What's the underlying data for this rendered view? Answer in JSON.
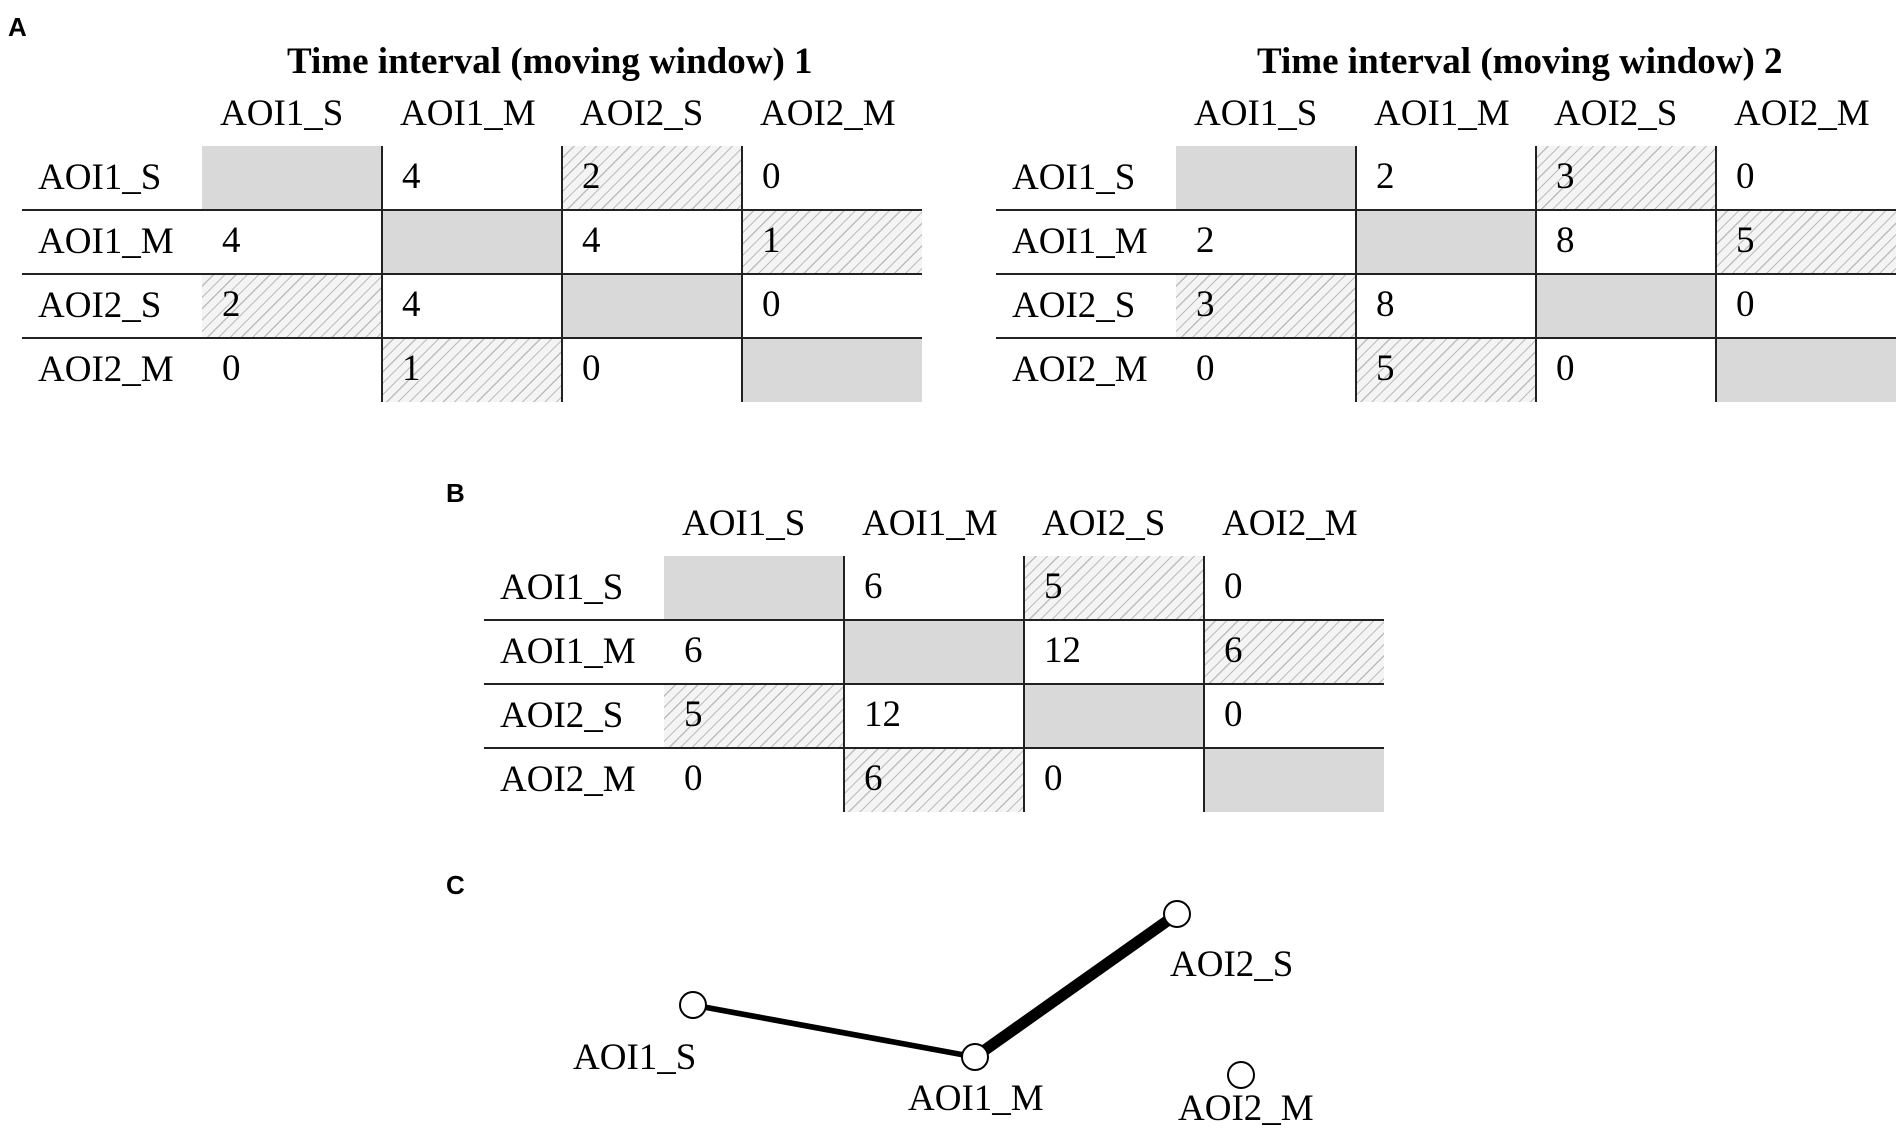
{
  "panels": {
    "a": "A",
    "b": "B",
    "c": "C"
  },
  "matrices": {
    "window1": {
      "title": "Time interval (moving window) 1",
      "columns": [
        "AOI1_S",
        "AOI1_M",
        "AOI2_S",
        "AOI2_M"
      ],
      "rows": [
        "AOI1_S",
        "AOI1_M",
        "AOI2_S",
        "AOI2_M"
      ],
      "cells": [
        [
          "",
          "4",
          "2",
          "0"
        ],
        [
          "4",
          "",
          "4",
          "1"
        ],
        [
          "2",
          "4",
          "",
          "0"
        ],
        [
          "0",
          "1",
          "0",
          ""
        ]
      ]
    },
    "window2": {
      "title": "Time interval (moving window) 2",
      "columns": [
        "AOI1_S",
        "AOI1_M",
        "AOI2_S",
        "AOI2_M"
      ],
      "rows": [
        "AOI1_S",
        "AOI1_M",
        "AOI2_S",
        "AOI2_M"
      ],
      "cells": [
        [
          "",
          "2",
          "3",
          "0"
        ],
        [
          "2",
          "",
          "8",
          "5"
        ],
        [
          "3",
          "8",
          "",
          "0"
        ],
        [
          "0",
          "5",
          "0",
          ""
        ]
      ]
    },
    "summed": {
      "columns": [
        "AOI1_S",
        "AOI1_M",
        "AOI2_S",
        "AOI2_M"
      ],
      "rows": [
        "AOI1_S",
        "AOI1_M",
        "AOI2_S",
        "AOI2_M"
      ],
      "cells": [
        [
          "",
          "6",
          "5",
          "0"
        ],
        [
          "6",
          "",
          "12",
          "6"
        ],
        [
          "5",
          "12",
          "",
          "0"
        ],
        [
          "0",
          "6",
          "0",
          ""
        ]
      ]
    }
  },
  "network": {
    "nodes": [
      "AOI1_S",
      "AOI1_M",
      "AOI2_S",
      "AOI2_M"
    ],
    "edges": [
      {
        "from": "AOI1_S",
        "to": "AOI1_M",
        "weight": 6
      },
      {
        "from": "AOI1_M",
        "to": "AOI2_S",
        "weight": 12
      }
    ]
  },
  "colors": {
    "diagonal_fill": "#d9d9d9",
    "hatch_stroke": "#bdbdbd",
    "line": "#000000"
  }
}
